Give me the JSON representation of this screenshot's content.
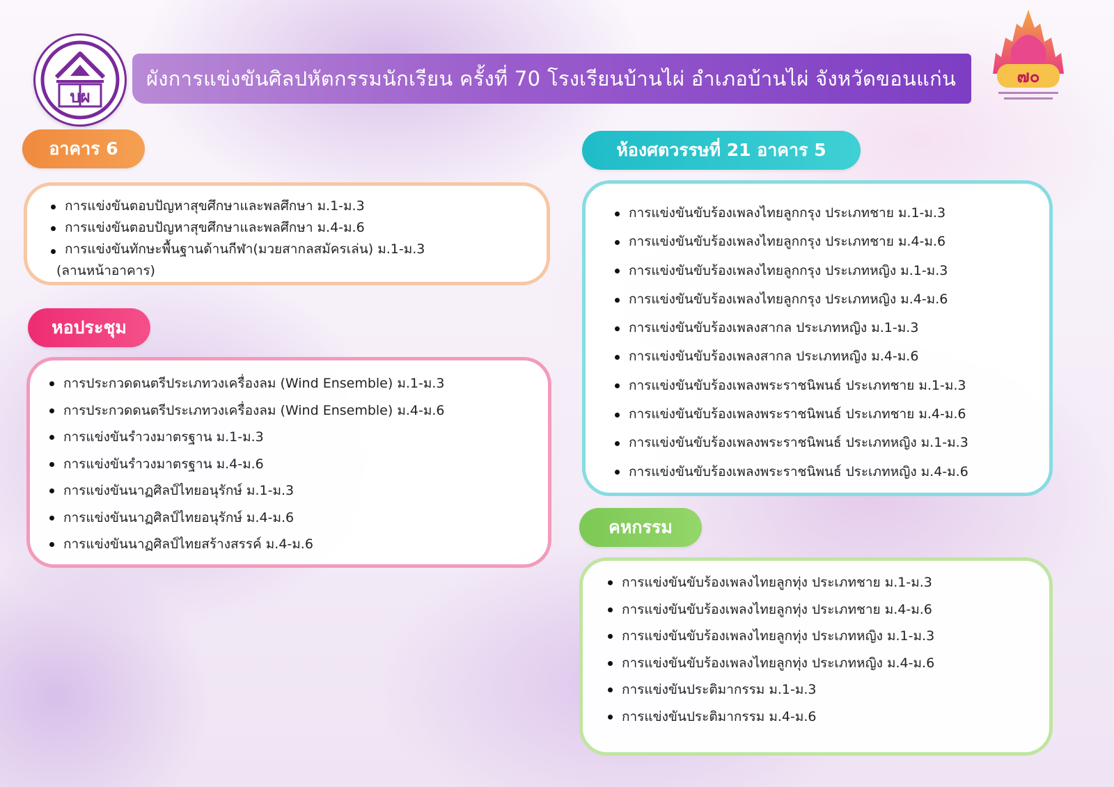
{
  "header": {
    "title": "ผังการแข่งขันศิลปหัตกรรมนักเรียน ครั้งที่ 70  โรงเรียนบ้านไผ่  อำเภอบ้านไผ่  จังหวัดขอนแก่น",
    "logo_left_text": "บผ",
    "logo_right_text": "๗๐"
  },
  "colors": {
    "orange": "#f39044",
    "pink": "#f0437a",
    "cyan": "#29c4cc",
    "green": "#88d060",
    "title_bar": "#9a5ccc"
  },
  "sections": {
    "building6": {
      "label": "อาคาร 6",
      "items": [
        "การแข่งขันตอบปัญหาสุขศึกษาและพลศึกษา ม.1-ม.3",
        "การแข่งขันตอบปัญหาสุขศึกษาและพลศึกษา ม.4-ม.6"
      ],
      "item3_line1": "การแข่งขันทักษะพื้นฐานด้านกีฬา(มวยสากลสมัครเล่น) ม.1-ม.3",
      "item3_line2": "(ลานหน้าอาคาร)"
    },
    "hall": {
      "label": "หอประชุม",
      "items": [
        "การประกวดดนตรีประเภทวงเครื่องลม (Wind Ensemble) ม.1-ม.3",
        "การประกวดดนตรีประเภทวงเครื่องลม (Wind Ensemble) ม.4-ม.6",
        "การแข่งขันรำวงมาตรฐาน ม.1-ม.3",
        "การแข่งขันรำวงมาตรฐาน ม.4-ม.6",
        "การแข่งขันนาฏศิลป์ไทยอนุรักษ์ ม.1-ม.3",
        "การแข่งขันนาฏศิลป์ไทยอนุรักษ์ ม.4-ม.6",
        "การแข่งขันนาฏศิลป์ไทยสร้างสรรค์ ม.4-ม.6"
      ]
    },
    "room21": {
      "label": "ห้องศตวรรษที่ 21 อาคาร 5",
      "items": [
        "การแข่งขันขับร้องเพลงไทยลูกกรุง ประเภทชาย ม.1-ม.3",
        "การแข่งขันขับร้องเพลงไทยลูกกรุง ประเภทชาย ม.4-ม.6",
        "การแข่งขันขับร้องเพลงไทยลูกกรุง ประเภทหญิง ม.1-ม.3",
        "การแข่งขันขับร้องเพลงไทยลูกกรุง ประเภทหญิง ม.4-ม.6",
        "การแข่งขันขับร้องเพลงสากล ประเภทหญิง ม.1-ม.3",
        "การแข่งขันขับร้องเพลงสากล ประเภทหญิง ม.4-ม.6",
        "การแข่งขันขับร้องเพลงพระราชนิพนธ์ ประเภทชาย ม.1-ม.3",
        "การแข่งขันขับร้องเพลงพระราชนิพนธ์ ประเภทชาย ม.4-ม.6",
        "การแข่งขันขับร้องเพลงพระราชนิพนธ์ ประเภทหญิง ม.1-ม.3",
        "การแข่งขันขับร้องเพลงพระราชนิพนธ์ ประเภทหญิง ม.4-ม.6"
      ]
    },
    "home_ec": {
      "label": "คหกรรม",
      "items": [
        "การแข่งขันขับร้องเพลงไทยลูกทุ่ง ประเภทชาย ม.1-ม.3",
        "การแข่งขันขับร้องเพลงไทยลูกทุ่ง ประเภทชาย ม.4-ม.6",
        "การแข่งขันขับร้องเพลงไทยลูกทุ่ง ประเภทหญิง ม.1-ม.3",
        "การแข่งขันขับร้องเพลงไทยลูกทุ่ง ประเภทหญิง ม.4-ม.6",
        "การแข่งขันประติมากรรม ม.1-ม.3",
        "การแข่งขันประติมากรรม ม.4-ม.6"
      ]
    }
  }
}
